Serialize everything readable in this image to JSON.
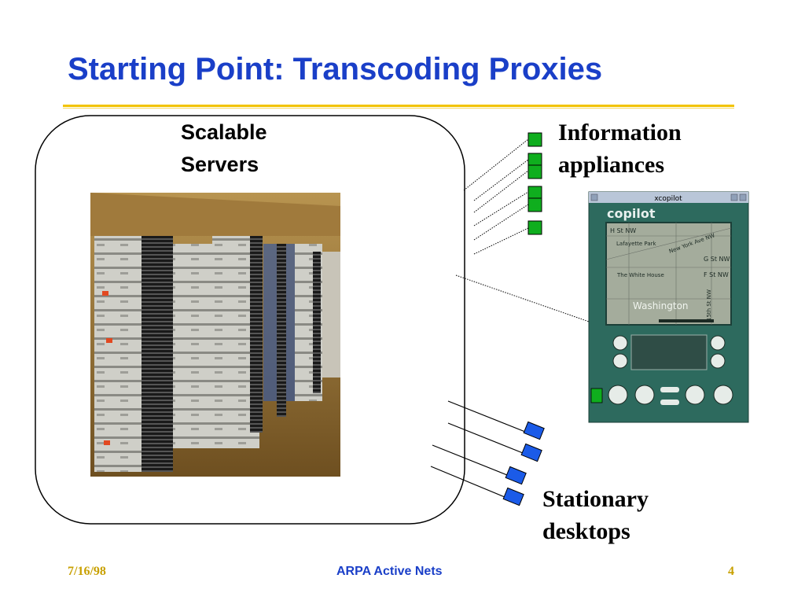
{
  "slide": {
    "title": "Starting Point: Transcoding Proxies"
  },
  "diagram": {
    "cluster_label": "Scalable\nServers",
    "appliances_label": "Information\nappliances",
    "desktops_label": "Stationary\ndesktops"
  },
  "pda": {
    "window_title": "xcopilot",
    "brand": "copilot",
    "map_labels": [
      "H St NW",
      "Lafayette Park",
      "New York Ave NW",
      "G St NW",
      "The White House",
      "F St NW",
      "Washington",
      "15th St NW"
    ]
  },
  "footer": {
    "date": "7/16/98",
    "center": "ARPA Active Nets",
    "page": "4"
  },
  "colors": {
    "title": "#1a3fc8",
    "rule": "#f2c300",
    "appliance": "#0fae1e",
    "desktop": "#1b5be8",
    "footer_side": "#c8a000"
  }
}
